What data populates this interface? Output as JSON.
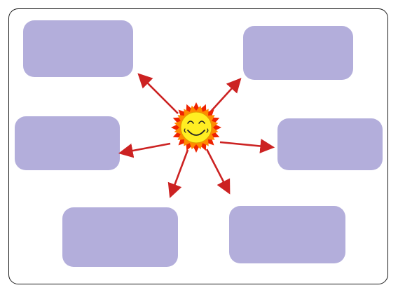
{
  "diagram": {
    "center": {
      "icon": "smiling-sun-icon"
    },
    "boxes": [
      {
        "id": "box-top-left",
        "label": ""
      },
      {
        "id": "box-top-right",
        "label": ""
      },
      {
        "id": "box-middle-left",
        "label": ""
      },
      {
        "id": "box-middle-right",
        "label": ""
      },
      {
        "id": "box-bottom-left",
        "label": ""
      },
      {
        "id": "box-bottom-right",
        "label": ""
      }
    ],
    "colors": {
      "box_fill": "#b3aedb",
      "arrow": "#cc2222",
      "sun_outer": "#ee2200",
      "sun_rays": "#ff8a00",
      "sun_face": "#ffee22",
      "frame_border": "#1a1a1a"
    }
  }
}
